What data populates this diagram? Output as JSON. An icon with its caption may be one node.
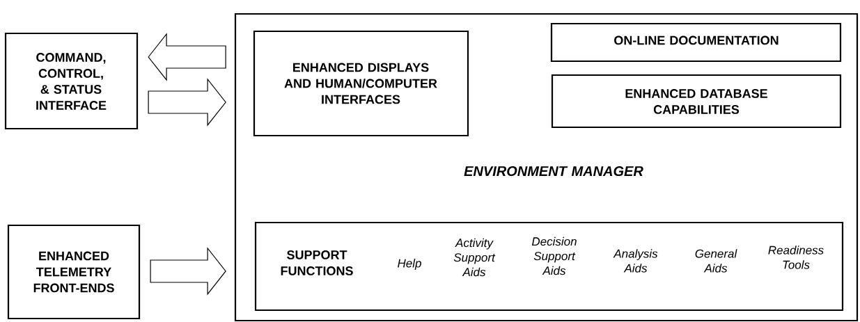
{
  "diagram": {
    "nodes": [
      {
        "text": [
          "COMMAND, CONTROL, & STATUS INTERFACE"
        ]
      },
      {
        "text": [
          "ENHANCED TELEMETRY FRONT-ENDS"
        ]
      },
      {
        "text": [
          "ENVIRONMENT MANAGER"
        ]
      },
      {
        "text": [
          "ENHANCED DISPLAYS AND HUMAN/COMPUTER INTERFACES"
        ],
        "in": 2
      },
      {
        "text": [
          "ON-LINE DOCUMENTATION"
        ],
        "in": 2
      },
      {
        "text": [
          "ENHANCED DATABASE CAPABILITIES"
        ],
        "in": 2
      },
      {
        "text": [
          "SUPPORT FUNCTIONS",
          "Help",
          "Activity Support Aids",
          "Decision Support Aids",
          "Analysis Aids",
          "General Aids",
          "Readiness Tools"
        ],
        "in": 2
      }
    ],
    "edges": [
      {
        "from": 2,
        "to": 0,
        "arrow": "to"
      },
      {
        "from": 0,
        "to": 2,
        "arrow": "to"
      },
      {
        "from": 1,
        "to": 2,
        "arrow": "to"
      }
    ]
  }
}
